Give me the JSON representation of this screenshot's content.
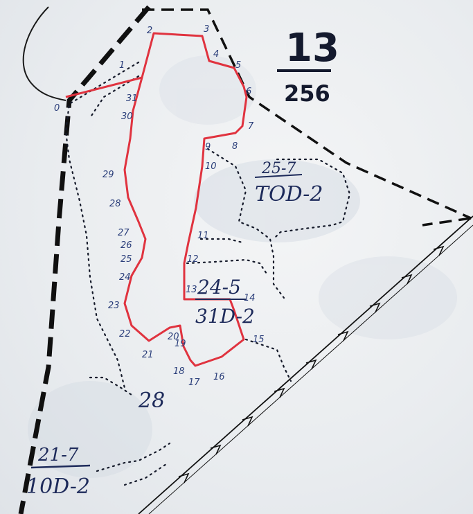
{
  "sheet": {
    "number": "13",
    "sub_number": "256"
  },
  "parcels": [
    {
      "top": "25-7",
      "bottom": "TOD-2"
    },
    {
      "top": "24-5",
      "bottom": "31D-2"
    },
    {
      "top": "21-7",
      "bottom": "10D-2"
    }
  ],
  "area_label": "28",
  "colors": {
    "boundary": "#e0333f",
    "ink": "#1d2a5a",
    "numbers": "#2a3e7a",
    "paper": "#eef0f2"
  },
  "points": {
    "0": "0",
    "1": "1",
    "2": "2",
    "3": "3",
    "4": "4",
    "5": "5",
    "6": "6",
    "7": "7",
    "8": "8",
    "9": "9",
    "10": "10",
    "11": "11",
    "12": "12",
    "13": "13",
    "14": "14",
    "15": "15",
    "16": "16",
    "17": "17",
    "18": "18",
    "19": "19",
    "20": "20",
    "21": "21",
    "22": "22",
    "23": "23",
    "24": "24",
    "25": "25",
    "26": "26",
    "27": "27",
    "28": "28",
    "29": "29",
    "30": "30",
    "31": "31"
  }
}
